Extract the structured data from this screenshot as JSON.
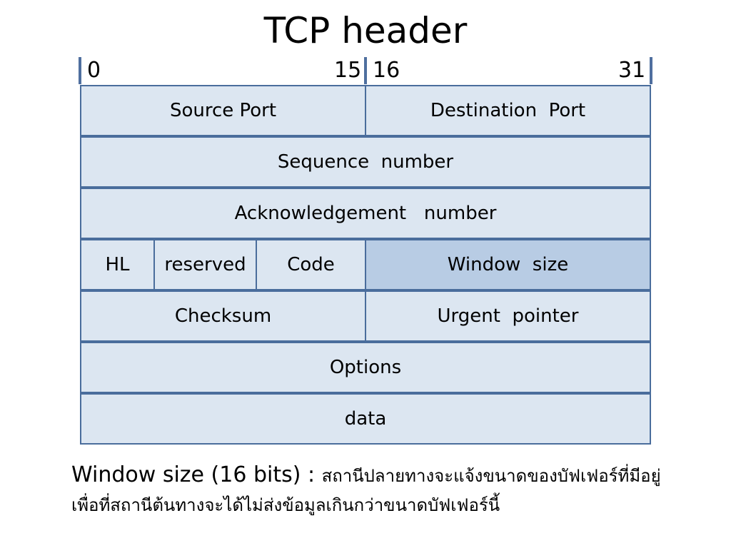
{
  "title": "TCP header",
  "ruler": {
    "b0": "0",
    "b15": "15",
    "b16": "16",
    "b31": "31"
  },
  "fields": {
    "source_port": "Source Port",
    "destination_port": "Destination  Port",
    "sequence_number": "Sequence  number",
    "ack_number": "Acknowledgement   number",
    "hl": "HL",
    "reserved": "reserved",
    "code": "Code",
    "window_size": "Window  size",
    "checksum": "Checksum",
    "urgent_pointer": "Urgent  pointer",
    "options": "Options",
    "data": "data"
  },
  "colors": {
    "cell": "#dce6f1",
    "highlight": "#b8cce4",
    "border": "#4a6d9c"
  },
  "note": {
    "lead": "Window size (16 bits) : ",
    "thai": "สถานีปลายทางจะแจ้งขนาดของบัฟเฟอร์ที่มีอยู่ เพื่อที่สถานีต้นทางจะได้ไม่ส่งข้อมูลเกินกว่าขนาดบัฟเฟอร์นี้"
  }
}
